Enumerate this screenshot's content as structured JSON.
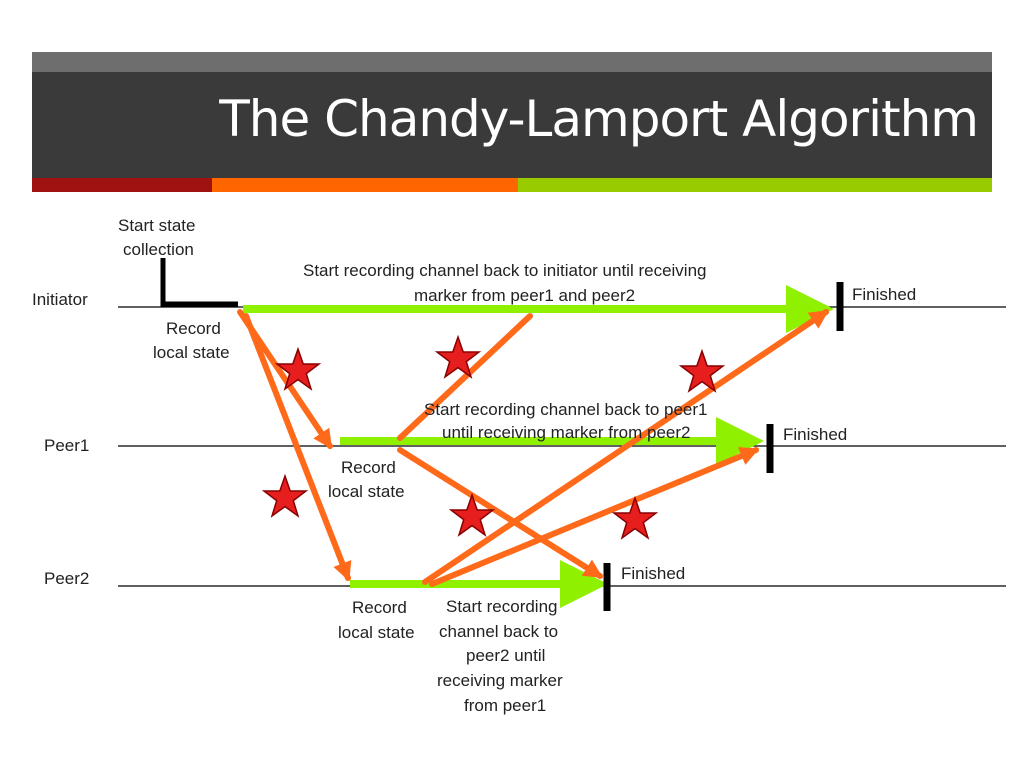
{
  "slide": {
    "title": "The Chandy-Lamport Algorithm",
    "colors": {
      "title_bg": "#3a3a3a",
      "title_top": "#6e6e6e",
      "stripe_red": "#a01212",
      "stripe_orange": "#ff6600",
      "stripe_green": "#99cc00"
    }
  },
  "diagram": {
    "colors": {
      "message_arrow": "#ff6a1a",
      "recording_arrow": "#8ff000",
      "marker_star": "#e61e1e",
      "timeline": "#000000"
    },
    "processes": {
      "initiator": "Initiator",
      "peer1": "Peer1",
      "peer2": "Peer2"
    },
    "labels": {
      "start_line1": "Start state",
      "start_line2": "collection",
      "record_initiator_1": "Record",
      "record_initiator_2": "local state",
      "record_peer1_1": "Record",
      "record_peer1_2": "local state",
      "record_peer2_1": "Record",
      "record_peer2_2": "local state",
      "chan_init_1": "Start recording channel back to initiator until receiving",
      "chan_init_2": "marker from peer1 and peer2",
      "chan_peer1_1": "Start recording channel back to peer1",
      "chan_peer1_2": "until receiving marker from peer2",
      "chan_peer2_1": "Start recording",
      "chan_peer2_2": "channel back to",
      "chan_peer2_3": "peer2 until",
      "chan_peer2_4": "receiving marker",
      "chan_peer2_5": "from peer1",
      "finished_initiator": "Finished",
      "finished_peer1": "Finished",
      "finished_peer2": "Finished"
    }
  }
}
